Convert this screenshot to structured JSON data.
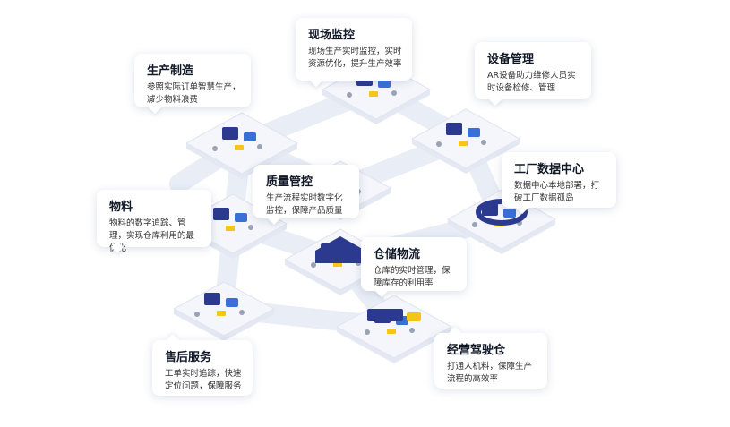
{
  "colors": {
    "platform_top": "#f4f6fb",
    "platform_side": "#e3e8f2",
    "connector": "#e9edf6",
    "navy": "#2b3a8f",
    "blue": "#3b6fd8",
    "yellow": "#f5c518",
    "grey": "#9aa3b5"
  },
  "modules": [
    {
      "id": "production",
      "title": "生产制造",
      "desc": "参照实际订单智慧生产，减少物料浪费"
    },
    {
      "id": "monitoring",
      "title": "现场监控",
      "desc": "现场生产实时监控，实时资源优化，提升生产效率"
    },
    {
      "id": "equipment",
      "title": "设备管理",
      "desc": "AR设备助力维修人员实时设备检修、管理"
    },
    {
      "id": "data_center",
      "title": "工厂数据中心",
      "desc": "数据中心本地部署，打破工厂数据孤岛"
    },
    {
      "id": "quality",
      "title": "质量管控",
      "desc": "生产流程实时数字化监控，保障产品质量"
    },
    {
      "id": "materials",
      "title": "物料",
      "desc": "物料的数字追踪、管理，实现仓库利用的最优化"
    },
    {
      "id": "warehouse",
      "title": "仓储物流",
      "desc": "仓库的实时管理，保障库存的利用率"
    },
    {
      "id": "after_sales",
      "title": "售后服务",
      "desc": "工单实时追踪，快速定位问题，保障服务"
    },
    {
      "id": "cockpit",
      "title": "经营驾驶仓",
      "desc": "打通人机料，保障生产流程的高效率"
    }
  ]
}
